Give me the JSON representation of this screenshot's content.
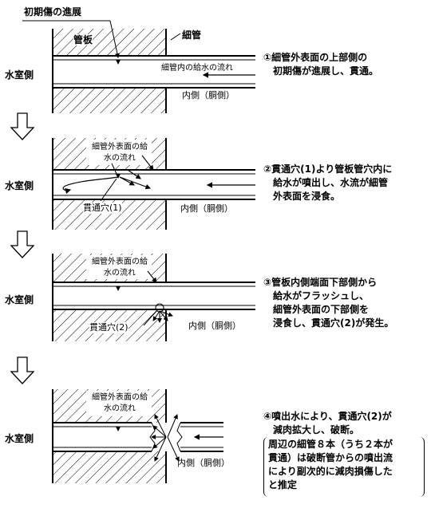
{
  "title": "初期傷の進展",
  "labels": {
    "water_side": "水室側",
    "tube_plate": "管板",
    "tube": "細管",
    "flow_in_tube": "細管内の給水の流れ",
    "inner_side": "内側（胴側）",
    "flow_outer": "細管外表面の給水の流れ",
    "hole1": "貫通穴(1)",
    "hole2": "貫通穴(2)"
  },
  "steps": [
    {
      "lines": [
        "①細管外表面の上部側の",
        "　初期傷が進展し、貫通。"
      ]
    },
    {
      "lines": [
        "②貫通穴(1)より管板管穴内に",
        "　給水が噴出し、水流が細管",
        "　外表面を浸食。"
      ]
    },
    {
      "lines": [
        "③管板内側端面下部側から",
        "　給水がフラッシュし、",
        "　細管外表面の下部側を",
        "　浸食し、貫通穴(2)が発生。"
      ]
    },
    {
      "lines": [
        "④噴出水により、貫通穴(2)が",
        "　減肉拡大し、破断。"
      ]
    }
  ],
  "note": [
    "周辺の細管８本（うち２本が",
    "貫通）は破断管からの噴出流",
    "により副次的に減肉損傷した",
    "と推定"
  ]
}
